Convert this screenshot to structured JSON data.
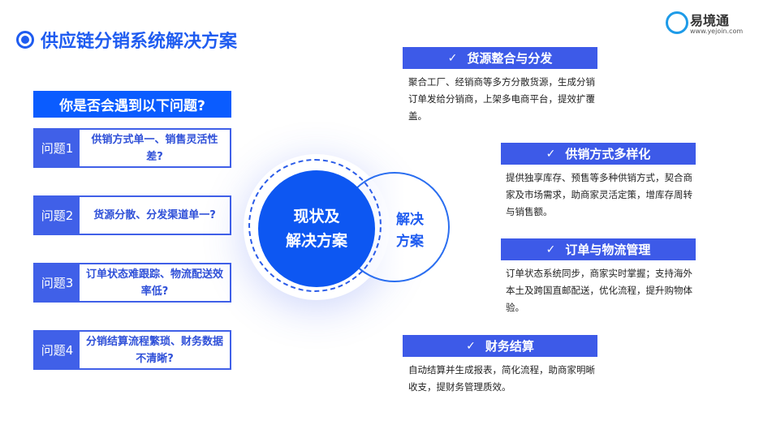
{
  "title": "供应链分销系统解决方案",
  "logo": {
    "name": "易境通",
    "url": "www.yejoin.com"
  },
  "question_header": "你是否会遇到以下问题?",
  "problems": [
    {
      "label": "问题1",
      "text": "供销方式单一、销售灵活性差?"
    },
    {
      "label": "问题2",
      "text": "货源分散、分发渠道单一?"
    },
    {
      "label": "问题3",
      "text": "订单状态难跟踪、物流配送效率低?"
    },
    {
      "label": "问题4",
      "text": "分销结算流程繁琐、财务数据不清晰?"
    }
  ],
  "center": {
    "line1": "现状及",
    "line2": "解决方案",
    "sol1": "解决",
    "sol2": "方案"
  },
  "solutions": [
    {
      "icon": "check-icon",
      "check": "✓",
      "title": "货源整合与分发",
      "text": "聚合工厂、经销商等多方分散货源，生成分销订单发给分销商，上架多电商平台，提效扩覆盖。"
    },
    {
      "icon": "check-icon",
      "check": "✓",
      "title": "供销方式多样化",
      "text": "提供独享库存、预售等多种供销方式，契合商家及市场需求，助商家灵活定策，增库存周转与销售额。"
    },
    {
      "icon": "check-icon",
      "check": "✓",
      "title": "订单与物流管理",
      "text": "订单状态系统同步，商家实时掌握；支持海外本土及跨国直邮配送，优化流程，提升购物体验。"
    },
    {
      "icon": "check-icon",
      "check": "✓",
      "title": "财务结算",
      "text": "自动结算并生成报表，简化流程，助商家明晰收支，提财务管理质效。"
    }
  ],
  "colors": {
    "primary": "#1f5cf0",
    "card": "#3d5ae8",
    "problem": "#4060e8"
  }
}
